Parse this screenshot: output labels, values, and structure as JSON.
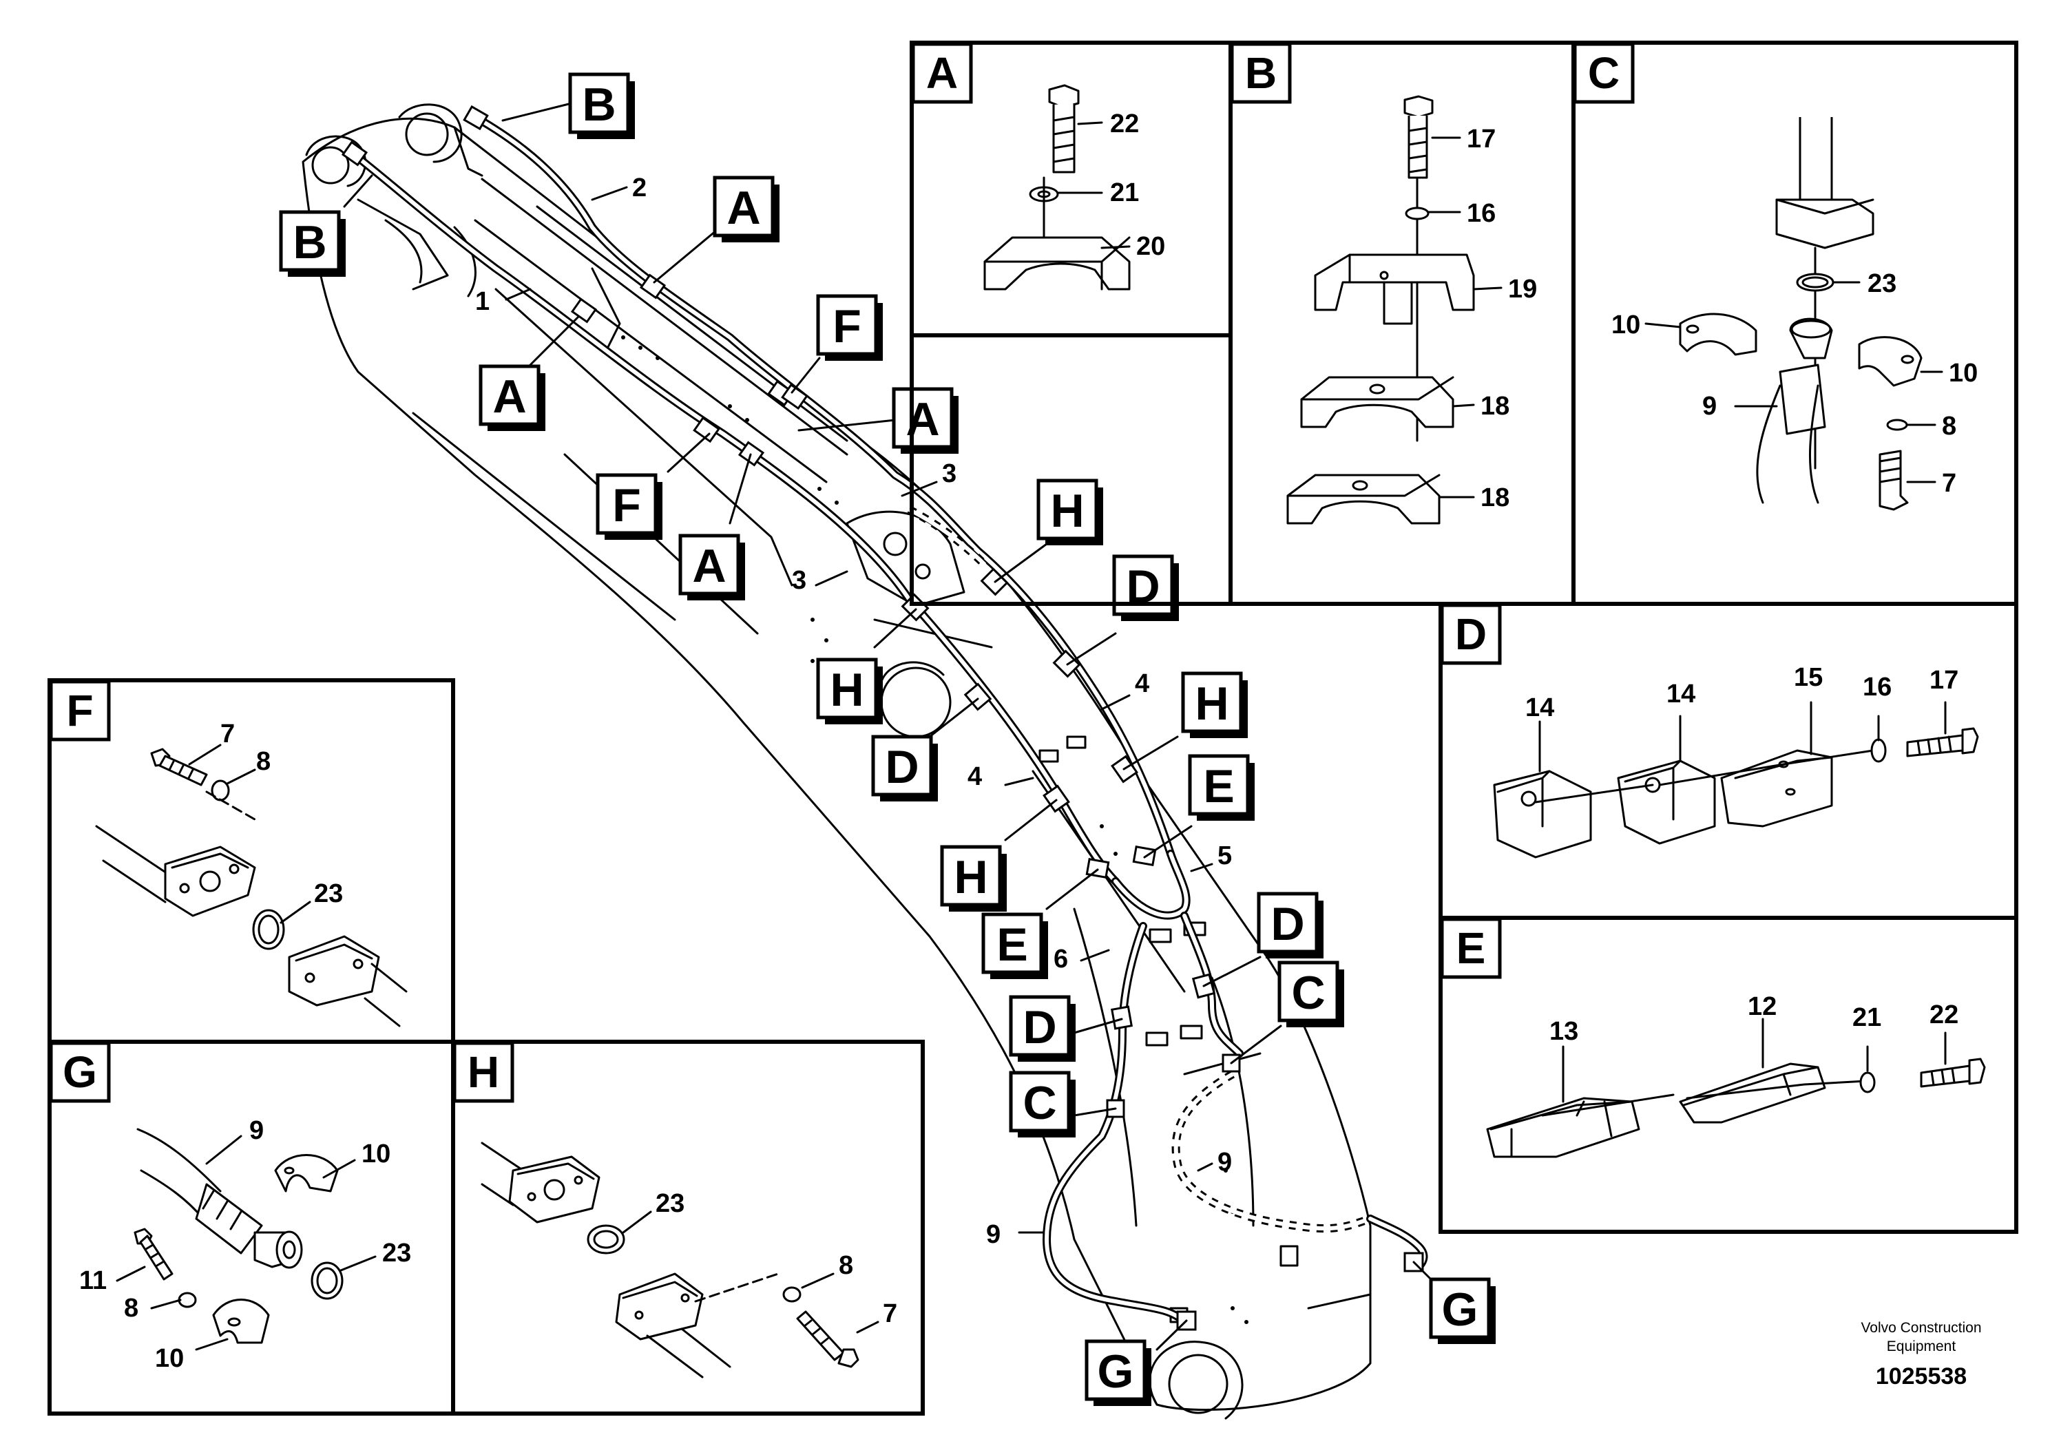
{
  "main_callouts": {
    "b1": "B",
    "b2": "B",
    "a1": "A",
    "a2": "A",
    "a3": "A",
    "a4": "A",
    "f1": "F",
    "f2": "F",
    "h1": "H",
    "h2": "H",
    "h3": "H",
    "h4": "H",
    "d1": "D",
    "d2": "D",
    "d3": "D",
    "d4": "D",
    "e1": "E",
    "e2": "E",
    "c1": "C",
    "c2": "C",
    "g1": "G",
    "g2": "G"
  },
  "main_numbers": {
    "n1": "1",
    "n2": "2",
    "n3a": "3",
    "n3b": "3",
    "n4a": "4",
    "n4b": "4",
    "n5": "5",
    "n6": "6",
    "n9a": "9",
    "n9b": "9"
  },
  "panels": {
    "A": {
      "tag": "A",
      "n22": "22",
      "n21": "21",
      "n20": "20"
    },
    "B": {
      "tag": "B",
      "n17": "17",
      "n16": "16",
      "n19": "19",
      "n18a": "18",
      "n18b": "18"
    },
    "C": {
      "tag": "C",
      "n23": "23",
      "n10a": "10",
      "n10b": "10",
      "n9": "9",
      "n8": "8",
      "n7": "7"
    },
    "D": {
      "tag": "D",
      "n14a": "14",
      "n14b": "14",
      "n15": "15",
      "n16": "16",
      "n17": "17"
    },
    "E": {
      "tag": "E",
      "n13": "13",
      "n12": "12",
      "n21": "21",
      "n22": "22"
    },
    "F": {
      "tag": "F",
      "n7": "7",
      "n8": "8",
      "n23": "23"
    },
    "G": {
      "tag": "G",
      "n9": "9",
      "n10a": "10",
      "n23": "23",
      "n11": "11",
      "n8": "8",
      "n10b": "10"
    },
    "H": {
      "tag": "H",
      "n23": "23",
      "n8": "8",
      "n7": "7"
    }
  },
  "footer": {
    "company_line1": "Volvo Construction",
    "company_line2": "Equipment",
    "drawing_number": "1025538"
  }
}
